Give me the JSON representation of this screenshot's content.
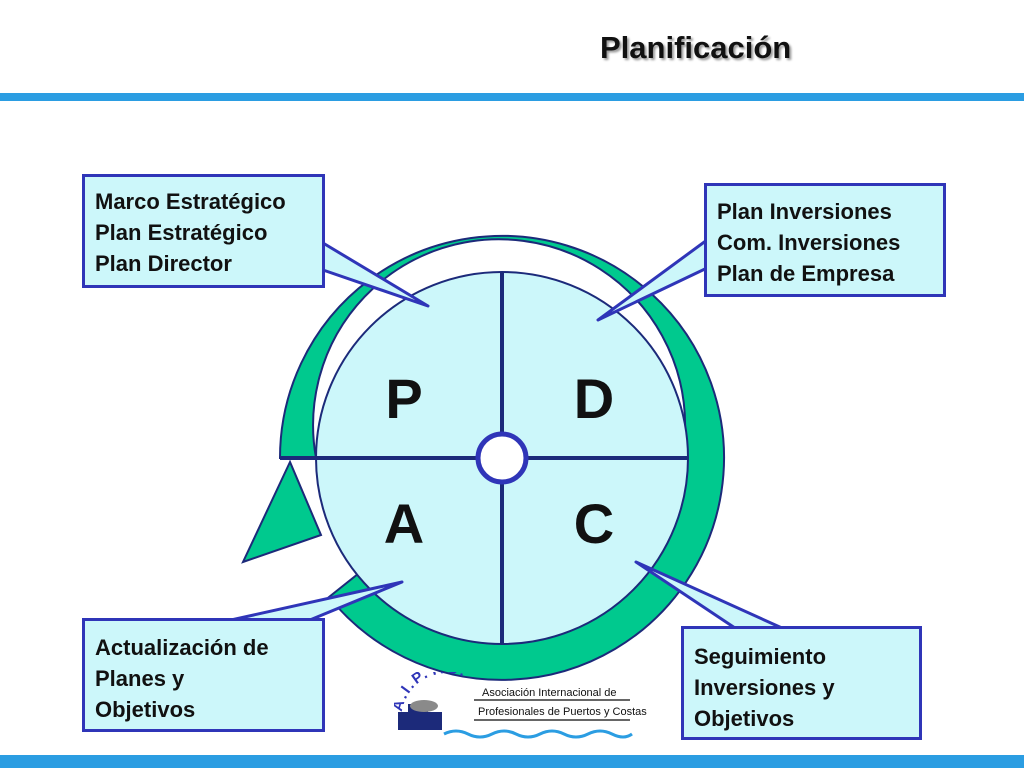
{
  "page": {
    "title": "Planificación"
  },
  "cycle": {
    "quadrants": {
      "p": "P",
      "d": "D",
      "c": "C",
      "a": "A"
    }
  },
  "callouts": {
    "plan": [
      "Marco Estratégico",
      "Plan Estratégico",
      "Plan Director"
    ],
    "do": [
      "Plan Inversiones",
      "Com. Inversiones",
      "Plan de Empresa"
    ],
    "check": [
      "Seguimiento",
      "Inversiones y",
      "Objetivos"
    ],
    "act": [
      "Actualización de",
      "Planes y",
      "Objetivos"
    ]
  },
  "logo": {
    "acronym": "A.I.P.Y.C.",
    "line1": "Asociación Internacional de",
    "line2": "Profesionales de Puertos y Costas"
  },
  "colors": {
    "ring": "#00c98e",
    "quadrant_fill": "#ccf7fa",
    "outline": "#1c2a7a",
    "callout_border": "#2f35b8",
    "accent_bar": "#2b9de2"
  }
}
